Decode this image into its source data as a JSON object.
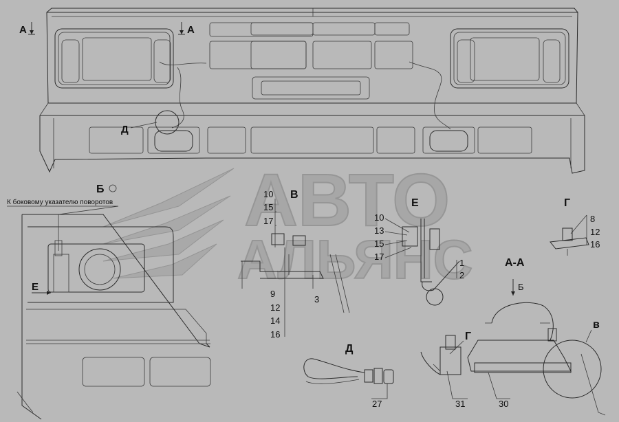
{
  "watermark": {
    "line1": "АВТО",
    "line2": "АЛЬЯНС"
  },
  "section_marks": {
    "a_left": "А",
    "a_right": "А",
    "d_top": "Д"
  },
  "view_b": {
    "title": "Б",
    "note": "К боковому указателю поворотов",
    "e_mark": "Е"
  },
  "view_v": {
    "title": "В",
    "callouts": [
      "10",
      "15",
      "17",
      "9",
      "12",
      "14",
      "16",
      "3"
    ]
  },
  "view_e": {
    "title": "Е",
    "callouts": [
      "10",
      "13",
      "15",
      "17",
      "1",
      "2"
    ]
  },
  "view_g": {
    "title": "Г",
    "callouts": [
      "8",
      "12",
      "16"
    ]
  },
  "view_d": {
    "title": "Д",
    "callouts": [
      "27"
    ]
  },
  "section_aa": {
    "title": "А-А",
    "arrow_label": "Б",
    "g_mark": "Г",
    "v_mark": "в",
    "callouts": [
      "31",
      "30"
    ]
  }
}
